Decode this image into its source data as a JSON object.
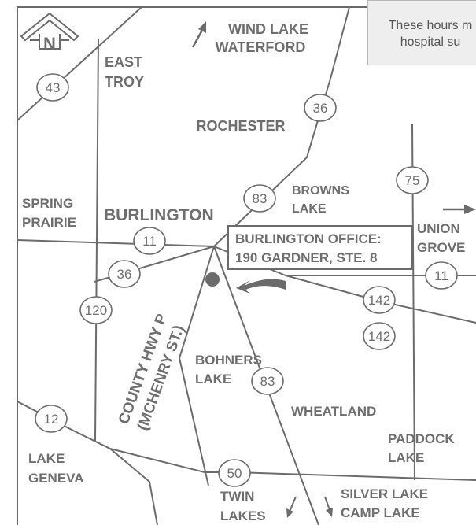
{
  "notice": {
    "line1": "These hours m",
    "line2": "hospital su"
  },
  "office": {
    "line1": "BURLINGTON OFFICE:",
    "line2": "190 GARDNER, STE. 8"
  },
  "north_label": "N",
  "places": {
    "wind_lake": "WIND LAKE",
    "waterford": "WATERFORD",
    "east": "EAST",
    "troy": "TROY",
    "rochester": "ROCHESTER",
    "browns": "BROWNS",
    "lake_browns": "LAKE",
    "spring": "SPRING",
    "prairie": "PRAIRIE",
    "burlington": "BURLINGTON",
    "union": "UNION",
    "grove": "GROVE",
    "county_hwy": "COUNTY HWY P",
    "mchenry": "(MCHENRY ST.)",
    "bohners": "BOHNERS",
    "lake_bohners": "LAKE",
    "wheatland": "WHEATLAND",
    "paddock": "PADDOCK",
    "lake_paddock": "LAKE",
    "lake": "LAKE",
    "geneva": "GENEVA",
    "twin": "TWIN",
    "lakes": "LAKES",
    "silver_lake": "SILVER LAKE",
    "camp_lake": "CAMP LAKE"
  },
  "shields": {
    "s43": "43",
    "s36a": "36",
    "s75": "75",
    "s83a": "83",
    "s11a": "11",
    "s36b": "36",
    "s11b": "11",
    "s142a": "142",
    "s142b": "142",
    "s120": "120",
    "s83b": "83",
    "s12": "12",
    "s50": "50"
  },
  "colors": {
    "road": "#6b6b6b",
    "text": "#6e6e6e",
    "marker": "#6b6b6b"
  }
}
